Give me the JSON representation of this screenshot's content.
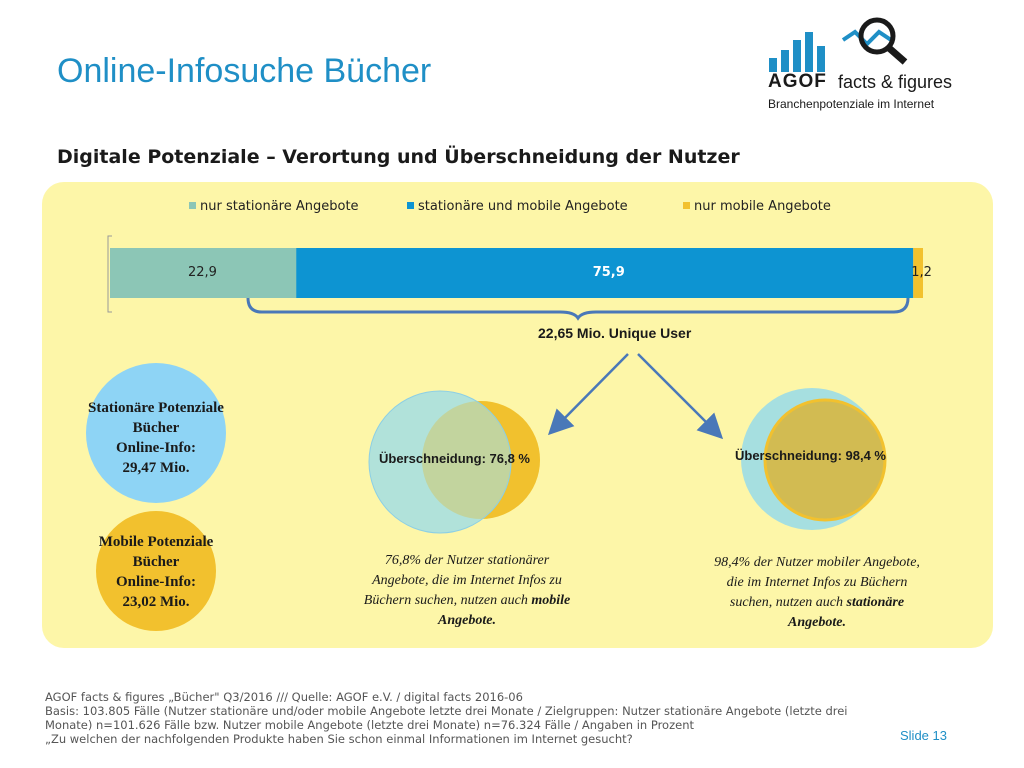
{
  "title": "Online-Infosuche Bücher",
  "logo": {
    "brand": "AGOF",
    "tagline": "facts & figures",
    "sub": "Branchenpotenziale im Internet"
  },
  "subtitle": "Digitale Potenziale – Verortung und Überschneidung der Nutzer",
  "colors": {
    "teal": "#8cc6b6",
    "blue": "#0d94d2",
    "yellow": "#f2c12e",
    "lightblue": "#8ed4f5",
    "panel": "#fdf6a8",
    "title": "#1f8fc6"
  },
  "chart_data": {
    "type": "bar",
    "orientation": "horizontal-stacked",
    "series": [
      {
        "name": "nur stationäre Angebote",
        "value": 22.9,
        "label": "22,9",
        "color": "#8cc6b6"
      },
      {
        "name": "stationäre und mobile Angebote",
        "value": 75.9,
        "label": "75,9",
        "color": "#0d94d2"
      },
      {
        "name": "nur mobile Angebote",
        "value": 1.2,
        "label": "1,2",
        "color": "#f2c12e"
      }
    ],
    "legend_position": "top",
    "total_label": "22,65 Mio. Unique User"
  },
  "potentials": {
    "stationary": {
      "line1": "Stationäre Potenziale",
      "line2": "Bücher",
      "line3": "Online-Info:",
      "line4": "29,47 Mio."
    },
    "mobile": {
      "line1": "Mobile Potenziale",
      "line2": "Bücher",
      "line3": "Online-Info:",
      "line4": "23,02 Mio."
    }
  },
  "overlap_left": {
    "label": "Überschneidung: 76,8 %",
    "desc_1": "76,8% der Nutzer stationärer",
    "desc_2": "Angebote, die im Internet Infos zu",
    "desc_3": "Büchern suchen, nutzen auch ",
    "desc_3b": "mobile",
    "desc_4": "Angebote."
  },
  "overlap_right": {
    "label": "Überschneidung: 98,4 %",
    "desc_1": "98,4% der Nutzer mobiler Angebote,",
    "desc_2": "die im Internet Infos zu Büchern",
    "desc_3": "suchen, nutzen auch ",
    "desc_3b": "stationäre",
    "desc_4": "Angebote."
  },
  "footer": {
    "line1": "AGOF facts & figures „Bücher\" Q3/2016 /// Quelle: AGOF e.V. / digital facts 2016-06",
    "line2": "Basis: 103.805 Fälle (Nutzer stationäre und/oder mobile Angebote letzte drei Monate / Zielgruppen: Nutzer stationäre Angebote (letzte drei",
    "line3": "Monate) n=101.626 Fälle bzw. Nutzer mobile Angebote (letzte drei Monate) n=76.324 Fälle / Angaben in Prozent",
    "line4": "„Zu welchen der nachfolgenden Produkte haben Sie schon einmal Informationen im Internet gesucht?"
  },
  "slide_label": "Slide 13"
}
